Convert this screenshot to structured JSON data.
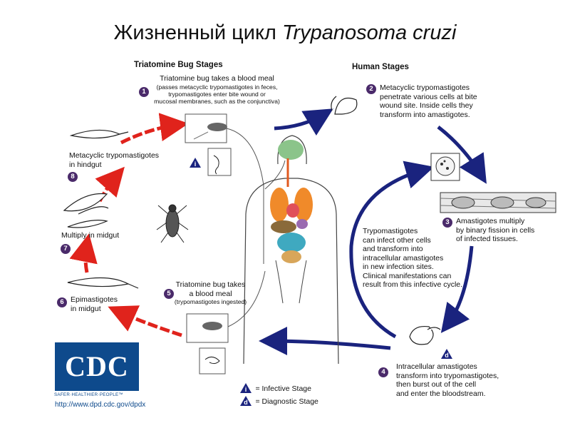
{
  "title": {
    "text": "Жизненный цикл ",
    "italic": "Trypanosoma cruzi"
  },
  "headers": {
    "bug": "Triatomine Bug Stages",
    "human": "Human Stages"
  },
  "steps": {
    "s1": {
      "num": "1",
      "line1": "Triatomine bug takes a blood meal",
      "l2": "(passes metacyclic trypomastigotes in feces,",
      "l3": "trypomastigotes enter bite wound or",
      "l4": "mucosal membranes, such as the conjunctiva)"
    },
    "s2": {
      "num": "2",
      "l1": "Metacyclic trypomastigotes",
      "l2": "penetrate various cells at bite",
      "l3": "wound site.  Inside cells they",
      "l4": "transform into amastigotes."
    },
    "s3": {
      "num": "3",
      "l1": "Amastigotes multiply",
      "l2": "by binary fission in cells",
      "l3": "of infected tissues."
    },
    "s4": {
      "num": "4",
      "l1": "Intracellular amastigotes",
      "l2": "transform into trypomastigotes,",
      "l3": "then burst out of the cell",
      "l4": "and enter the bloodstream."
    },
    "s5": {
      "num": "5",
      "l1": "Triatomine bug takes",
      "l2": "a blood meal",
      "l3": "(trypomastigotes ingested)"
    },
    "s6": {
      "num": "6",
      "l1": "Epimastigotes",
      "l2": "in midgut"
    },
    "s7": {
      "num": "7",
      "l1": "Multiply in midgut"
    },
    "s8": {
      "num": "8",
      "l1": "Metacyclic trypomastigotes",
      "l2": "in hindgut"
    }
  },
  "center_text": {
    "l1": "Trypomastigotes",
    "l2": "can infect other cells",
    "l3": "and transform into",
    "l4": "intracellular amastigotes",
    "l5": "in new infection sites.",
    "l6": "Clinical manifestations can",
    "l7": "result from this infective cycle."
  },
  "legend": {
    "i_letter": "i",
    "i_label": "= Infective Stage",
    "d_letter": "d",
    "d_label": "= Diagnostic Stage"
  },
  "cdc": {
    "logo": "CDC",
    "tagline": "SAFER·HEALTHIER·PEOPLE™",
    "url": "http://www.dpd.cdc.gov/dpdx"
  },
  "colors": {
    "bug_arrow": "#e0231c",
    "human_arrow": "#1a237e",
    "badge": "#4a2a6a"
  }
}
